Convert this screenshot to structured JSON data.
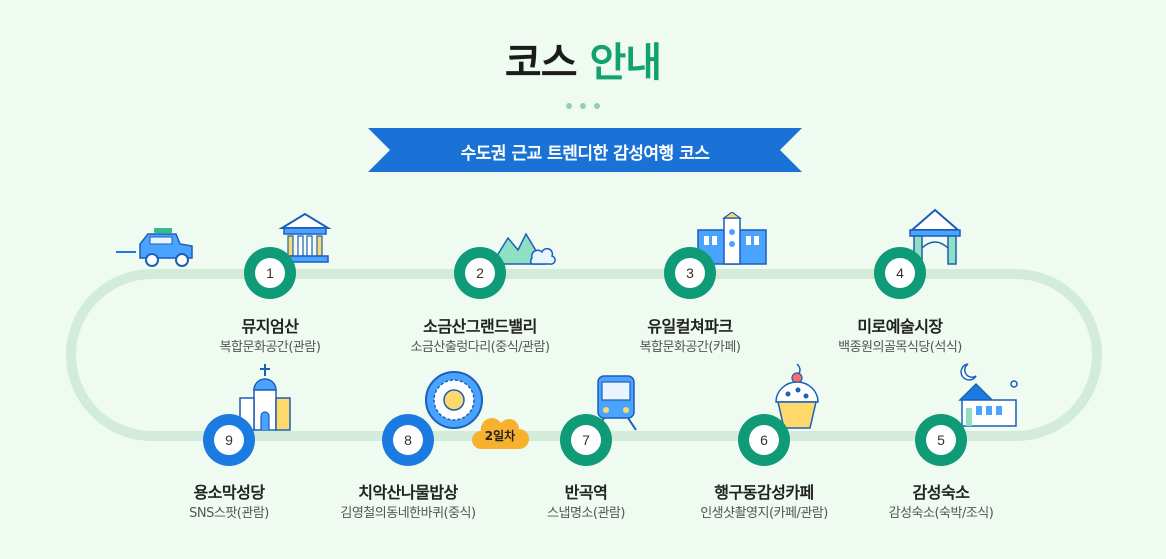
{
  "header": {
    "title_dark": "코스",
    "title_accent": "안내",
    "ribbon": "수도권 근교 트렌디한 감성여행 코스",
    "badge": "2일차"
  },
  "colors": {
    "background": "#effaf0",
    "accent_green": "#11a26d",
    "stop_green": "#0f9a78",
    "stop_blue": "#1b7be0",
    "ribbon_blue": "#1a72d6",
    "badge_yellow": "#f7b12c",
    "track": "#d3ecd9"
  },
  "stops": [
    {
      "num": "1",
      "name": "뮤지엄산",
      "sub": "복합문화공간(관람)",
      "icon": "museum-building-icon"
    },
    {
      "num": "2",
      "name": "소금산그랜드밸리",
      "sub": "소금산출렁다리(중식/관람)",
      "icon": "mountain-icon"
    },
    {
      "num": "3",
      "name": "유일컬쳐파크",
      "sub": "복합문화공간(카페)",
      "icon": "culture-park-icon"
    },
    {
      "num": "4",
      "name": "미로예술시장",
      "sub": "백종원의골목식당(석식)",
      "icon": "market-gate-icon"
    },
    {
      "num": "5",
      "name": "감성숙소",
      "sub": "감성숙소(숙박/조식)",
      "icon": "house-moon-icon"
    },
    {
      "num": "6",
      "name": "행구동감성카페",
      "sub": "인생샷촬영지(카페/관람)",
      "icon": "cupcake-icon"
    },
    {
      "num": "7",
      "name": "반곡역",
      "sub": "스냅명소(관람)",
      "icon": "train-icon"
    },
    {
      "num": "8",
      "name": "치악산나물밥상",
      "sub": "김영철의동네한바퀴(중식)",
      "icon": "rice-bowl-icon"
    },
    {
      "num": "9",
      "name": "용소막성당",
      "sub": "SNS스팟(관람)",
      "icon": "church-icon"
    }
  ]
}
